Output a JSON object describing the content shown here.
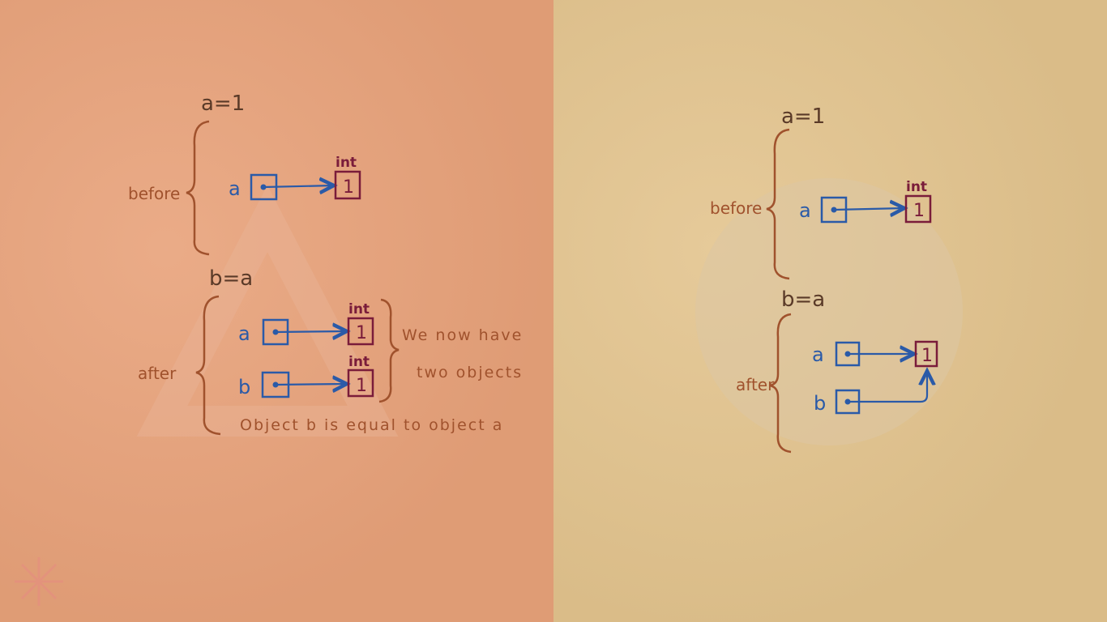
{
  "colors": {
    "left_bg": "#e8a27a",
    "right_bg": "#e3c48e",
    "brace": "#a0522d",
    "reference": "#2a5aa8",
    "object": "#7a1c3a",
    "code": "#5a3a28"
  },
  "left": {
    "stmt_before": "a=1",
    "before_label": "before",
    "stmt_after": "b=a",
    "after_label": "after",
    "var_a": "a",
    "var_b": "b",
    "type_label": "int",
    "value": "1",
    "note_line1": "We now have",
    "note_line2": "two objects",
    "note_bottom": "Object b is equal to object a"
  },
  "right": {
    "stmt_before": "a=1",
    "before_label": "before",
    "stmt_after": "b=a",
    "after_label": "after",
    "var_a": "a",
    "var_b": "b",
    "type_label": "int",
    "value": "1"
  }
}
